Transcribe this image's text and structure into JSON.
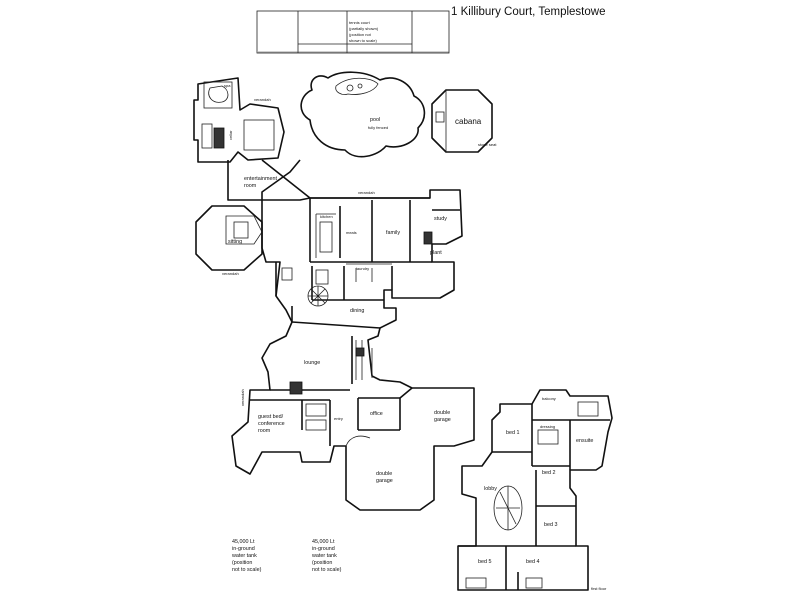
{
  "title": "1 Killibury Court, Templestowe",
  "labels": {
    "tennis_court": "tennis court (partially shown) (position not shown to scale)",
    "pool": "pool",
    "cabana": "cabana",
    "entertainment": "entertainment room",
    "sitting": "sitting",
    "family": "family",
    "study": "study",
    "plant": "plant",
    "meals": "meals",
    "kitchen": "kitchen",
    "dining": "dining",
    "lounge": "lounge",
    "guest": "guest bed/ conference room",
    "office": "office",
    "double_garage_1": "double garage",
    "double_garage_2": "double garage",
    "verandah_1": "verandah",
    "verandah_2": "verandah",
    "verandah_3": "verandah",
    "verandah_4": "verandah",
    "cellar": "cellar",
    "laundry": "laundry",
    "entry": "entry",
    "spa": "spa",
    "tank_1": "45,000 Lt in-ground water tank (position not to scale)",
    "tank_2": "45,000 Lt in-ground water tank (position not to scale)",
    "bed1": "bed 1",
    "bed2": "bed 2",
    "bed3": "bed 3",
    "bed4": "bed 4",
    "bed5": "bed 5",
    "ensuite": "ensuite",
    "dressing": "dressing",
    "balcony": "balcony",
    "lobby": "lobby",
    "first_floor": "first floor"
  }
}
